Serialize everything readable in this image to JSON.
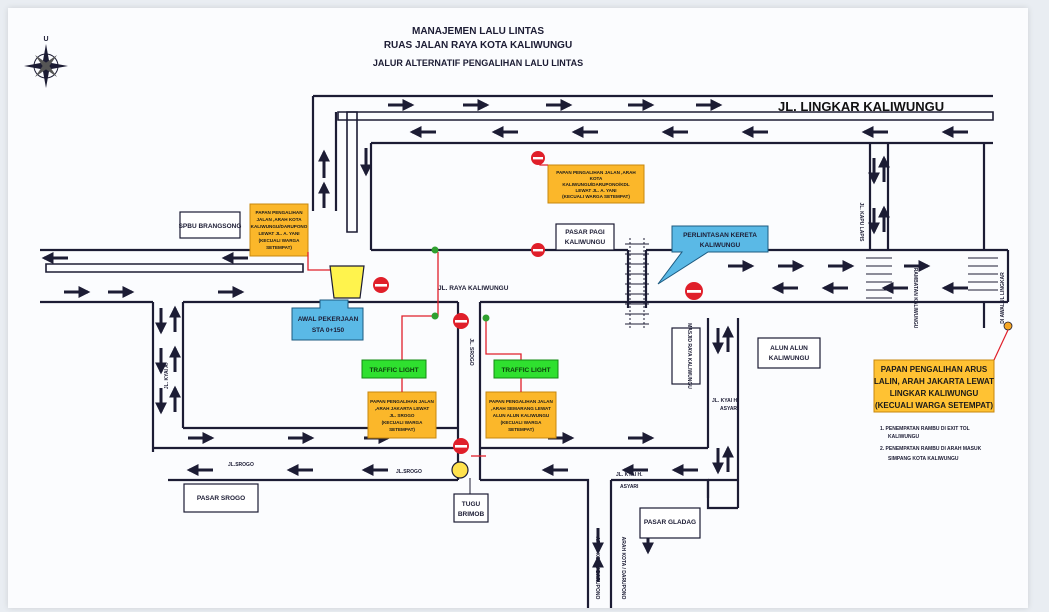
{
  "title": {
    "line1": "MANAJEMEN LALU LINTAS",
    "line2": "RUAS JALAN RAYA KOTA KALIWUNGU",
    "line3": "JALUR ALTERNATIF PENGALIHAN LALU LINTAS"
  },
  "compass": {
    "north_label": "U"
  },
  "roads": {
    "lingkar": "JL. LINGKAR KALIWUNGU",
    "raya": "JL. RAYA KALIWUNGU",
    "kyai_ahmad": "JL. KYAI A.",
    "srogo_1": "JL.SROGO",
    "srogo_2": "JL.SROGO",
    "srogo_street": "JL. SROGO",
    "kyai_asyari_1": "JL. KYAI H.",
    "kyai_asyari_1b": "ASYARI",
    "kyai_asyari_2": "JL. KYAI H.",
    "kyai_asyari_2b": "ASYARI",
    "masjid_road": "MASJID RAYA KALIWUNGU",
    "kapu_lapis": "JL. KAPU LAPIS",
    "rambatan": "RAMBATAN KALIWUNGU",
    "awalul_lingkar": "DI AWALUL LINGKAR",
    "arah_darupono_1": "ARAH KOTA / DARUPONO",
    "arah_darupono_2": "ARAH KOTA / DARUPONO"
  },
  "places": {
    "spbu": "SPBU BRANGSONG",
    "pasar_pagi_1": "PASAR PAGI",
    "pasar_pagi_2": "KALIWUNGU",
    "alun_1": "ALUN ALUN",
    "alun_2": "KALIWUNGU",
    "pasar_srogo": "PASAR SROGO",
    "pasar_gladag": "PASAR GLADAG",
    "tugu_1": "TUGU",
    "tugu_2": "BRIMOB"
  },
  "callouts": {
    "awal_1": "AWAL PEKERJAAN",
    "awal_2": "STA 0+150",
    "kereta_1": "PERLINTASAN KERETA",
    "kereta_2": "KALIWUNGU",
    "traffic_light_left": "TRAFFIC LIGHT",
    "traffic_light_right": "TRAFFIC LIGHT"
  },
  "signs": {
    "papan_top": [
      "PAPAN PENGALIHAN JALAN ,ARAH",
      "KOTA",
      "KALIWUNGU/DARUPONO/KDL",
      "LEWAT JL. A. YANI",
      "(KECUALI WARGA SETEMPAT)"
    ],
    "papan_left": [
      "PAPAN PENGALIHAN",
      "JALAN ,ARAH KOTA",
      "KALIWUNGU/DARUPONO",
      "LEWAT JL. A. YANI",
      "(KECUALI WARGA",
      "SETEMPAT)"
    ],
    "papan_mid_left": [
      "PAPAN PENGALIHAN JALAN",
      ",ARAH JAKARTA LEWAT",
      "JL. SROGO",
      "(KECUALI WARGA",
      "SETEMPAT)"
    ],
    "papan_mid_right": [
      "PAPAN PENGALIHAN JALAN",
      ",ARAH SEMARANG LEWAT",
      "ALUN ALUN KALIWUNGU",
      "(KECUALI WARGA",
      "SETEMPAT)"
    ]
  },
  "legend_box": {
    "line1": "PAPAN PENGALIHAN ARUS",
    "line2": "LALIN, ARAH JAKARTA LEWAT",
    "line3": "LINGKAR KALIWUNGU",
    "line4": "(KECUALI WARGA SETEMPAT)"
  },
  "notes": {
    "n1a": "1. PENEMPATAN RAMBU DI EXIT TOL",
    "n1b": "KALIWUNGU",
    "n2a": "2. PENEMPATAN RAMBU DI ARAH MASUK",
    "n2b": "SIMPANG KOTA KALIWUNGU"
  },
  "colors": {
    "road": "#1c1c34",
    "sign_fill": "#fbb72a",
    "no_entry": "#e01f2a",
    "green_light": "#2fe02f",
    "blue_callout": "#5ab9e6",
    "legend_fill": "#ffc233"
  }
}
